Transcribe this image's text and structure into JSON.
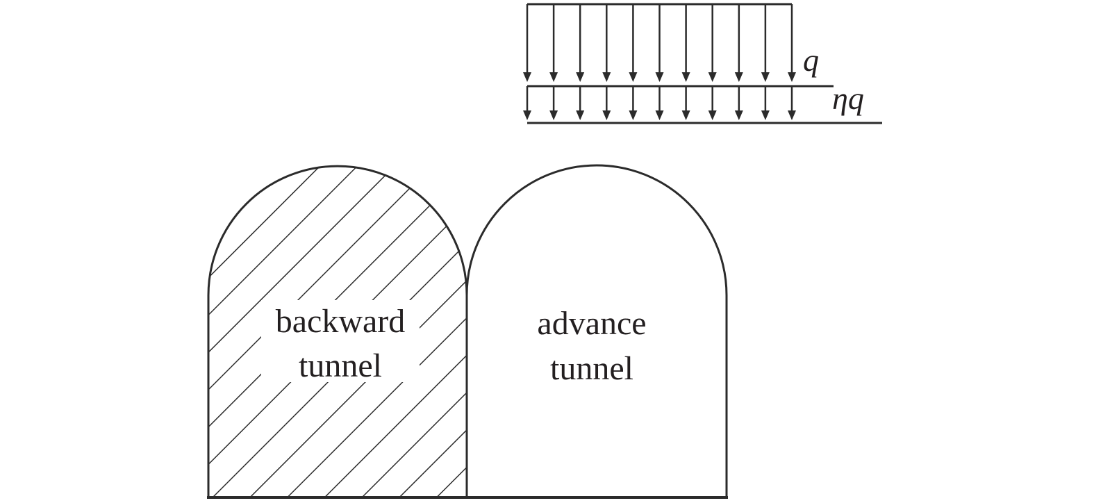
{
  "load": {
    "upper_label": "q",
    "lower_label": "ηq",
    "arrow_count": 11
  },
  "tunnels": {
    "backward": {
      "line1": "backward",
      "line2": "tunnel",
      "hatched": true
    },
    "advance": {
      "line1": "advance",
      "line2": "tunnel",
      "hatched": false
    }
  },
  "colors": {
    "line": "#2b2b2b",
    "text": "#231f20",
    "background": "#ffffff"
  }
}
